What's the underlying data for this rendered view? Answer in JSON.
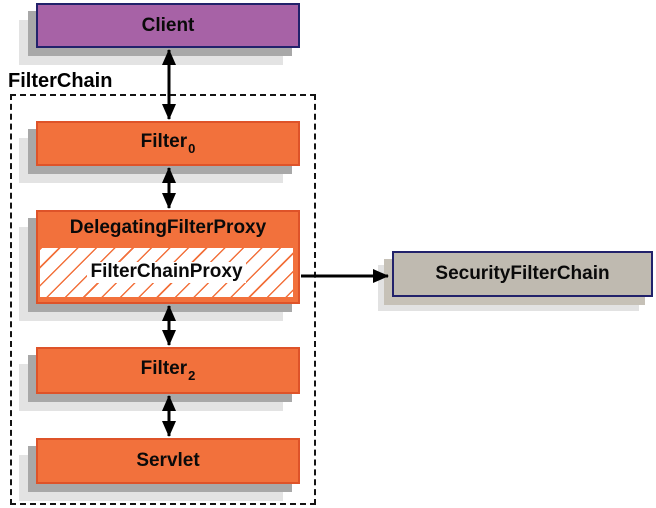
{
  "diagram": {
    "chain_label": "FilterChain",
    "nodes": {
      "client": {
        "label": "Client"
      },
      "filter0": {
        "label": "Filter",
        "subscript": "0"
      },
      "delegating_filter_proxy": {
        "label": "DelegatingFilterProxy"
      },
      "filter_chain_proxy": {
        "label": "FilterChainProxy"
      },
      "filter2": {
        "label": "Filter",
        "subscript": "2"
      },
      "servlet": {
        "label": "Servlet"
      },
      "security_filter_chain": {
        "label": "SecurityFilterChain"
      }
    },
    "colors": {
      "orange_fill": "#f2713c",
      "purple_fill": "#a762a6",
      "navy_border": "#22226b",
      "gray_fill": "#bfbab0",
      "shadow_dark": "#a8a8a8",
      "shadow_light": "#e3e3e3",
      "arrow": "#000000"
    }
  }
}
